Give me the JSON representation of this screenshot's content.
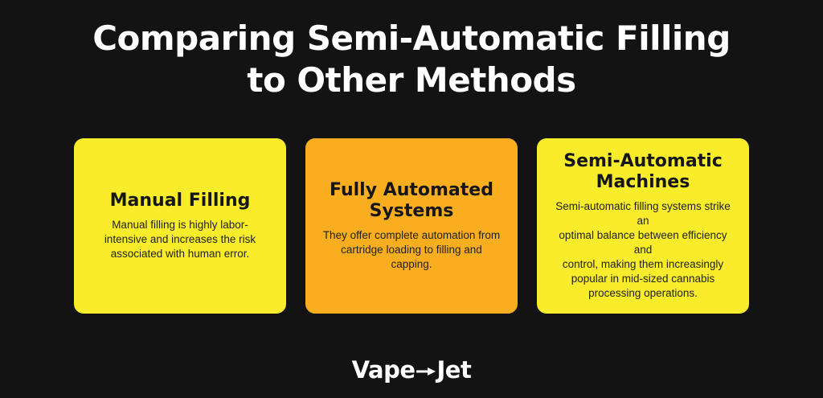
{
  "title": {
    "line1": "Comparing Semi-Automatic Filling",
    "line2": "to Other Methods"
  },
  "cards": [
    {
      "title_lines": [
        "Manual Filling"
      ],
      "text_lines": [
        "Manual filling is highly labor-",
        "intensive and increases the risk",
        "associated with human error."
      ],
      "color": "#f9ec2b"
    },
    {
      "title_lines": [
        "Fully Automated",
        "Systems"
      ],
      "text_lines": [
        "They offer complete automation from",
        "cartridge loading to filling and",
        "capping."
      ],
      "color": "#f8ae1e"
    },
    {
      "title_lines": [
        "Semi-Automatic",
        "Machines"
      ],
      "text_lines": [
        "Semi-automatic filling systems strike an",
        "optimal balance between efficiency and",
        "control, making them increasingly",
        "popular in mid-sized cannabis",
        "processing operations."
      ],
      "color": "#f9ec2b"
    }
  ],
  "logo": {
    "part1": "Vape",
    "part2": "Jet",
    "icon": "arrow-icon"
  },
  "colors": {
    "background": "#131313",
    "text": "#ffffff"
  }
}
